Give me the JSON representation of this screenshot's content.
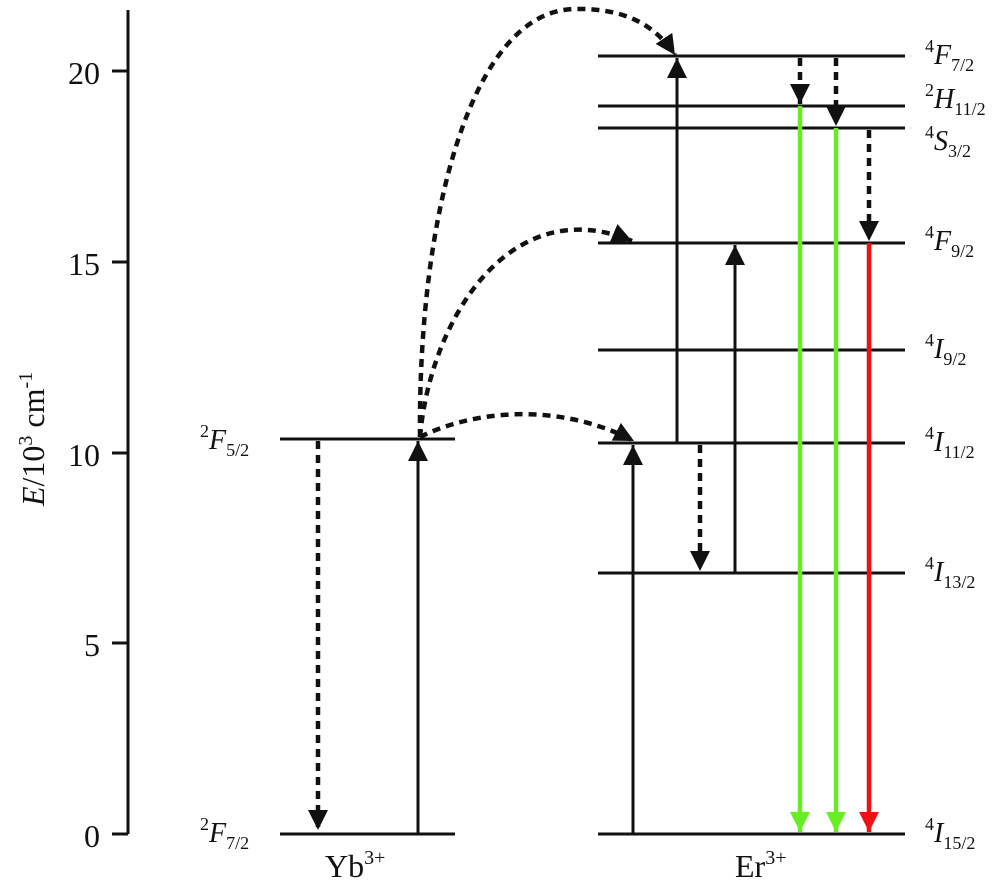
{
  "axis": {
    "ylabel_pre": "E",
    "ylabel_mid": "/10",
    "ylabel_sup": "3",
    "ylabel_unit": " cm",
    "ylabel_unit_sup": "-1",
    "ticks": [
      "0",
      "5",
      "10",
      "15",
      "20"
    ],
    "range": [
      0,
      21.6
    ]
  },
  "ions": {
    "yb": {
      "base": "Yb",
      "sup": "3+"
    },
    "er": {
      "base": "Er",
      "sup": "3+"
    }
  },
  "levels": {
    "yb_ground": {
      "sup": "2",
      "letter": "F",
      "sub": "7/2",
      "energy": 0
    },
    "yb_excited": {
      "sup": "2",
      "letter": "F",
      "sub": "5/2",
      "energy": 10.35
    },
    "er_4I15": {
      "sup": "4",
      "letter": "I",
      "sub": "15/2",
      "energy": 0
    },
    "er_4I13": {
      "sup": "4",
      "letter": "I",
      "sub": "13/2",
      "energy": 6.85
    },
    "er_4I11": {
      "sup": "4",
      "letter": "I",
      "sub": "11/2",
      "energy": 10.25
    },
    "er_4I9": {
      "sup": "4",
      "letter": "I",
      "sub": "9/2",
      "energy": 12.7
    },
    "er_4F9": {
      "sup": "4",
      "letter": "F",
      "sub": "9/2",
      "energy": 15.5
    },
    "er_4S3": {
      "sup": "4",
      "letter": "S",
      "sub": "3/2",
      "energy": 18.5
    },
    "er_2H11": {
      "sup": "2",
      "letter": "H",
      "sub": "11/2",
      "energy": 19.0
    },
    "er_4F7": {
      "sup": "4",
      "letter": "F",
      "sub": "7/2",
      "energy": 20.35
    }
  },
  "colors": {
    "line": "#111111",
    "green_emission": "#66ee22",
    "red_emission": "#ee1111"
  }
}
